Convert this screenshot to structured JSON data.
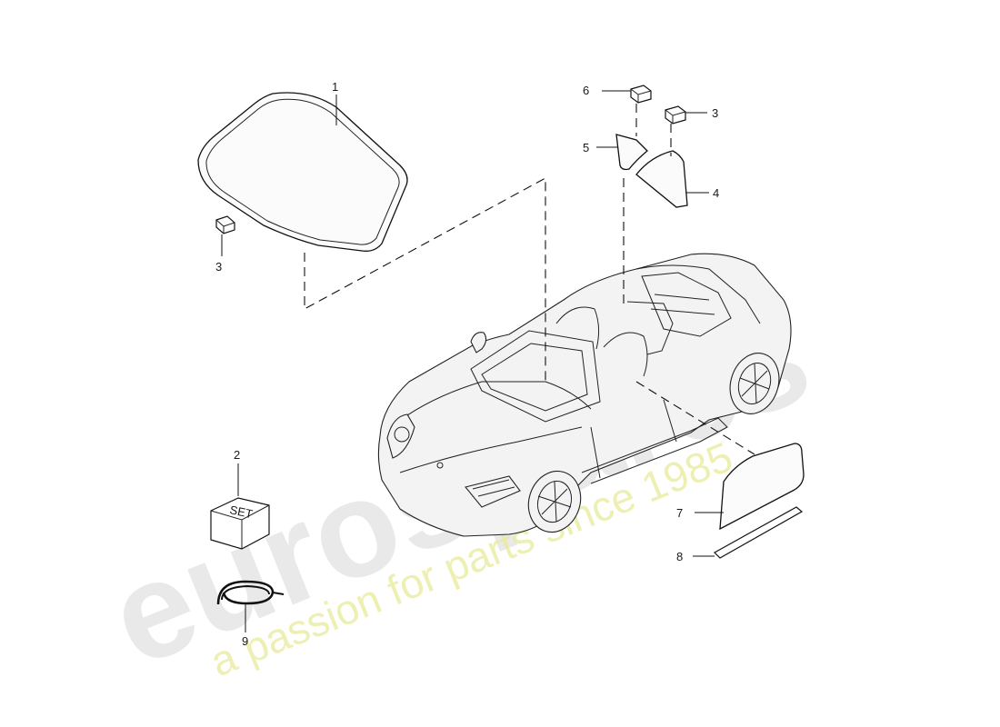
{
  "callouts": {
    "c1": "1",
    "c2": "2",
    "c3a": "3",
    "c3b": "3",
    "c4": "4",
    "c5": "5",
    "c6": "6",
    "c7": "7",
    "c8": "8",
    "c9": "9"
  },
  "set_box_label": "SET",
  "watermark": {
    "brand": "eurospares",
    "tagline": "a passion for parts since 1985"
  }
}
